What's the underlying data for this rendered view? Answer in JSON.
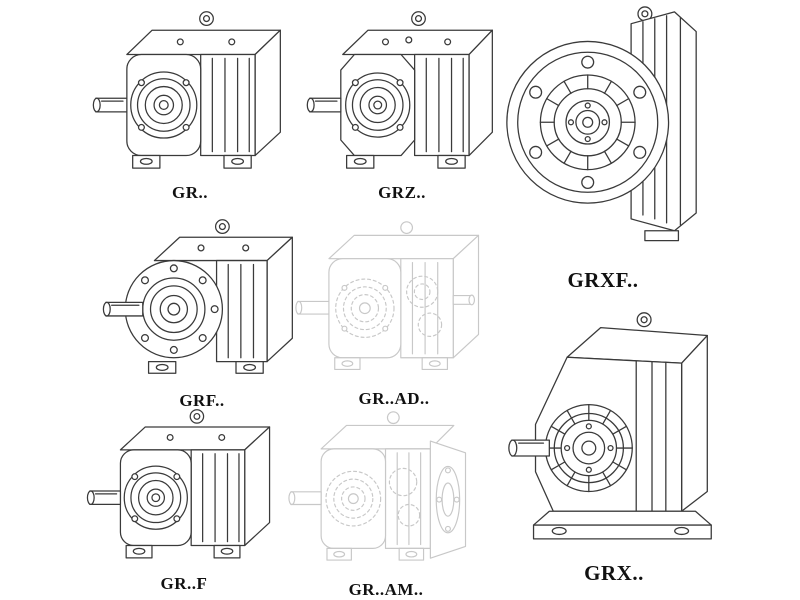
{
  "page": {
    "background": "#ffffff",
    "description_colors": {
      "line": "#3a3a3a",
      "phantom_line": "#c8c8c8",
      "label": "#111111"
    }
  },
  "figures": [
    {
      "label": "GR..",
      "drawing": "helical-gearbox-foot-mounted-drawing"
    },
    {
      "label": "GRZ..",
      "drawing": "helical-gearbox-foot-mounted-z-drawing"
    },
    {
      "label": "GRXF..",
      "drawing": "flange-mounted-gearbox-front-drawing"
    },
    {
      "label": "GRF..",
      "drawing": "flange-gearbox-drawing"
    },
    {
      "label": "GR..AD..",
      "drawing": "phantom-gearbox-input-adapter-drawing"
    },
    {
      "label": "GR..F",
      "drawing": "foot-mounted-gearbox-drawing"
    },
    {
      "label": "GR..AM..",
      "drawing": "phantom-gearbox-motor-flange-drawing"
    },
    {
      "label": "GRX..",
      "drawing": "large-foot-mounted-gearbox-drawing"
    }
  ]
}
